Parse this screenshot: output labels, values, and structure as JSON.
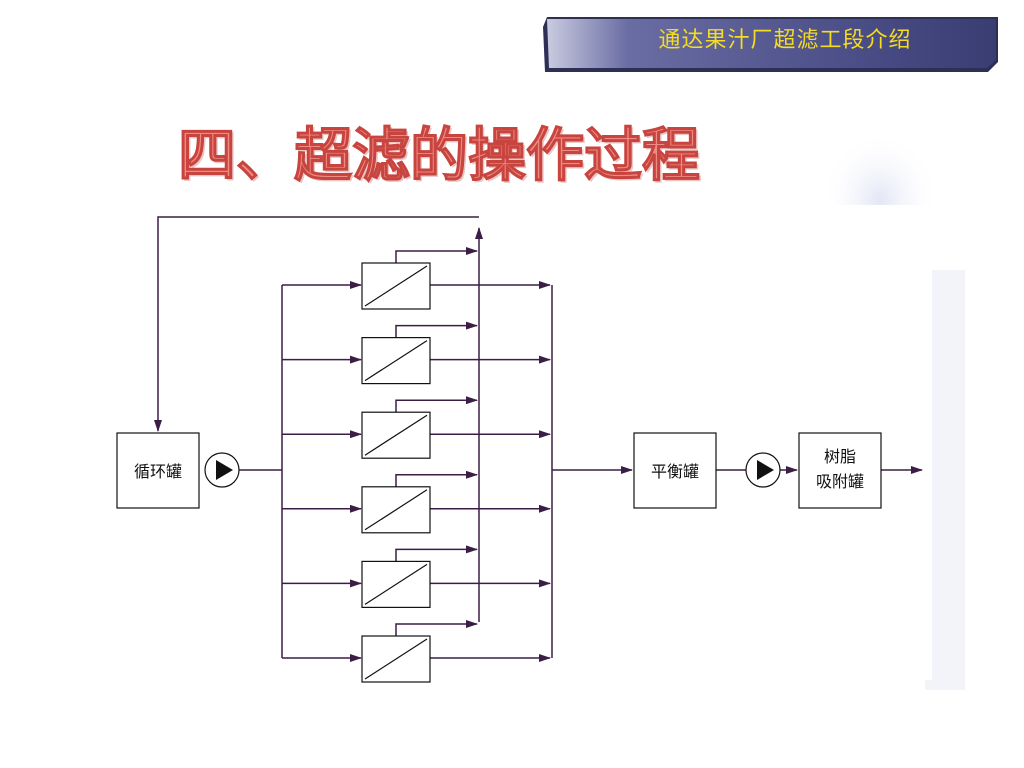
{
  "slide": {
    "banner_text": "通达果汁厂超滤工段介绍",
    "title": "四、超滤的操作过程"
  },
  "diagram": {
    "nodes": {
      "circulation_tank": "循环罐",
      "balance_tank": "平衡罐",
      "resin_tank_line1": "树脂",
      "resin_tank_line2": "吸附罐"
    },
    "membrane_module_count": 6
  },
  "colors": {
    "banner_bg": "#4a4d86",
    "banner_text": "#f4dc22",
    "title_fill": "#f08a84",
    "title_stroke": "#c8443f",
    "flow_line": "#3a1e45"
  }
}
